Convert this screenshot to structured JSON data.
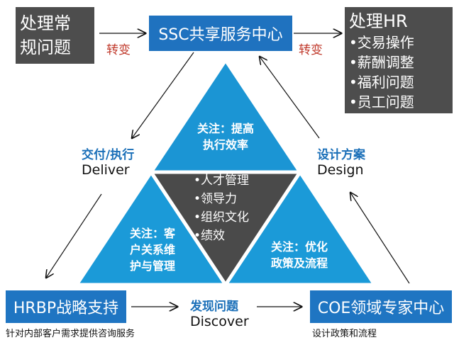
{
  "top_left_box": {
    "line1": "处理常",
    "line2": "规问题"
  },
  "ssc_box": "SSC共享服务中心",
  "hr_box": {
    "title": "处理HR",
    "items": [
      "•交易操作",
      "•薪酬调整",
      "•福利问题",
      "•员工问题"
    ]
  },
  "transform_left": "转变",
  "transform_right": "转变",
  "deliver": {
    "cn": "交付/执行",
    "en": "Deliver"
  },
  "design": {
    "cn": "设计方案",
    "en": "Design"
  },
  "discover": {
    "cn": "发现问题",
    "en": "Discover"
  },
  "top_triangle": {
    "line1": "关注：提高",
    "line2": "执行效率"
  },
  "center_triangle": {
    "items": [
      "•人才管理",
      "•领导力",
      "•组织文化",
      "•绩效"
    ]
  },
  "left_triangle": {
    "line1": "关注：客",
    "line2": "户关系维",
    "line3": "护与管理"
  },
  "right_triangle": {
    "line1": "关注：优化",
    "line2": "政策及流程"
  },
  "hrbp_box": {
    "title": "HRBP战略支持",
    "caption": "针对内部客户需求提供咨询服务"
  },
  "coe_box": {
    "title": "COE领域专家中心",
    "caption": "设计政策和流程"
  },
  "colors": {
    "blue": "#1a9ad6",
    "dark": "#4a4a4a",
    "box_blue": "#1f72bf",
    "red": "#c0392b"
  }
}
